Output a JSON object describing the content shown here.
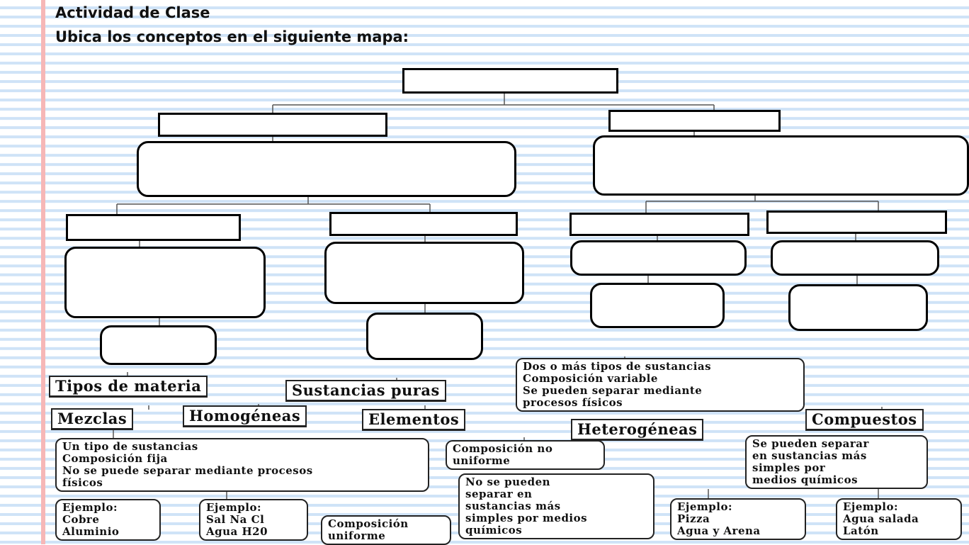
{
  "header": {
    "title": "Actividad de Clase",
    "instruction": "Ubica los conceptos en el siguiente mapa:"
  },
  "concept_cards": {
    "tipos_materia": "Tipos de materia",
    "sustancias_puras": "Sustancias puras",
    "mezclas": "Mezclas",
    "homogeneas": "Homogéneas",
    "elementos": "Elementos",
    "compuestos": "Compuestos",
    "heterogeneas": "Heterogéneas",
    "mezcla_desc": [
      "Dos o más tipos de sustancias",
      "Composición variable",
      "Se pueden separar mediante",
      "procesos físicos"
    ],
    "sustancia_desc": [
      "Un tipo de sustancias",
      "Composición fija",
      "No se puede separar mediante procesos",
      "físicos"
    ],
    "comp_no_uniforme": [
      "Composición no",
      "uniforme"
    ],
    "compuestos_desc": [
      "Se pueden separar",
      "en sustancias más",
      "simples por",
      "medios químicos"
    ],
    "elementos_desc": [
      "No se pueden",
      "separar en",
      "sustancias más",
      "simples por medios",
      "químicos"
    ],
    "ejemplo_elementos": [
      "Ejemplo:",
      "Cobre",
      "Aluminio"
    ],
    "ejemplo_compuestos": [
      "Ejemplo:",
      "Sal Na Cl",
      "Agua H20"
    ],
    "comp_uniforme": [
      "Composición",
      "uniforme"
    ],
    "ejemplo_heterogeneas": [
      "Ejemplo:",
      "Pizza",
      "Agua y Arena"
    ],
    "ejemplo_homogeneas": [
      "Ejemplo:",
      "Agua salada",
      "Latón"
    ]
  },
  "colors": {
    "border": "#000000",
    "ruled_line": "#cfe3f7",
    "margin_line": "#f6b7b7"
  }
}
